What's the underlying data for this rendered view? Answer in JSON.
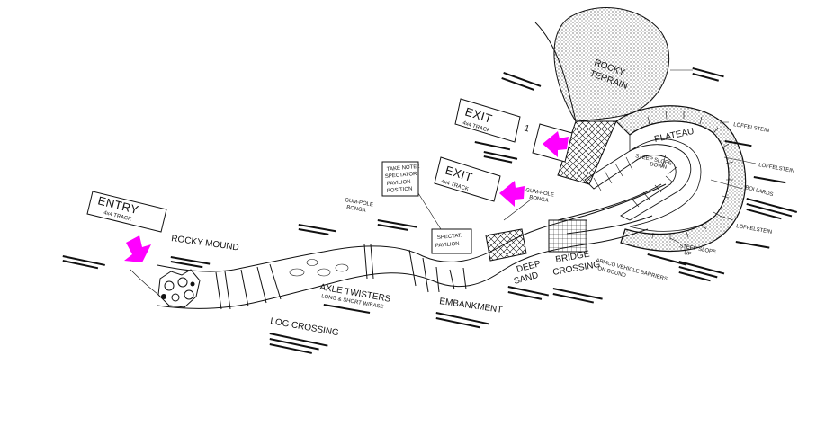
{
  "colors": {
    "arrow": "#ff00ff",
    "ink": "#111111"
  },
  "labels": {
    "entry": "ENTRY",
    "entry_sub": "4x4 TRACK",
    "exit1": "EXIT",
    "exit1_sub": "4x4 TRACK",
    "exit1_num": "1",
    "exit2": "EXIT",
    "exit2_sub": "4x4 TRACK",
    "rocky_terrain_1": "ROCKY",
    "rocky_terrain_2": "TERRAIN",
    "plateau": "PLATEAU",
    "steep_slope_down_1": "STEEP SLOPE",
    "steep_slope_down_2": "DOWN",
    "steep_slope_up_1": "STEEP SLOPE",
    "steep_slope_up_2": "UP",
    "loffelstein_1": "LÖFFELSTEIN",
    "loffelstein_2": "LÖFFELSTEIN",
    "loffelstein_3": "LÖFFELSTEIN",
    "bollards": "BOLLARDS",
    "armco_1": "ARMCO VEHICLE BARRIERS",
    "armco_2": "ON BOUND",
    "bridge_1": "BRIDGE",
    "bridge_2": "CROSSING",
    "deep_1": "DEEP",
    "deep_2": "SAND",
    "embankment": "EMBANKMENT",
    "pavilion_1": "SPECTAT.",
    "pavilion_2": "PAVILION",
    "take_note_1": "TAKE NOTE :",
    "take_note_2": "SPECTATOR",
    "take_note_3": "PAVILION",
    "take_note_4": "POSITION",
    "gum_pole_1a": "GUM-POLE",
    "gum_pole_1b": "BONGA",
    "gum_pole_2a": "GUM-POLE",
    "gum_pole_2b": "BONGA",
    "rocky_mound": "ROCKY MOUND",
    "axle_1": "AXLE TWISTERS",
    "axle_2": "LONG & SHORT W/BASE",
    "log_crossing": "LOG CROSSING"
  }
}
